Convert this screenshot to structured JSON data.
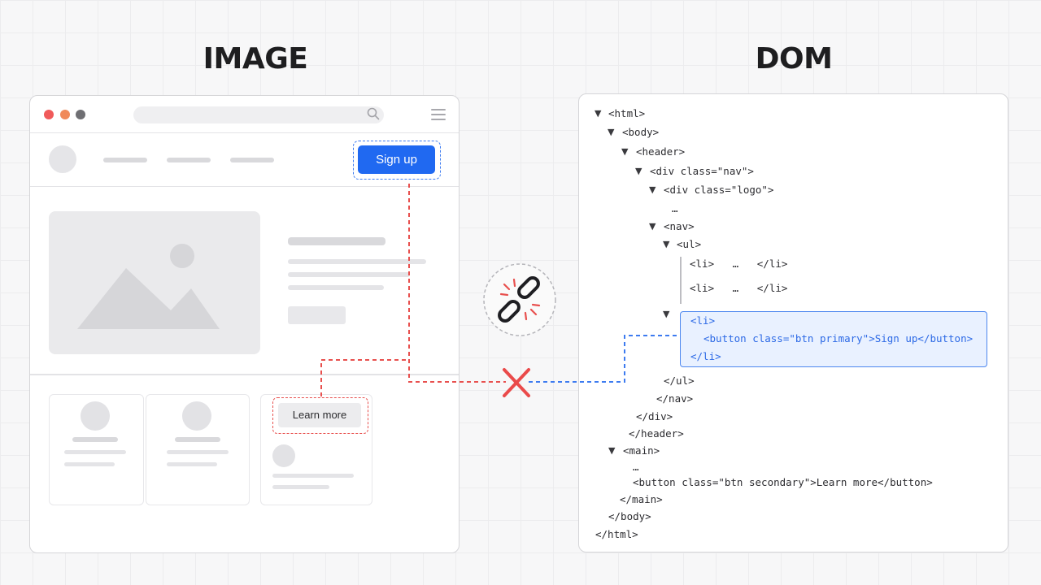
{
  "headings": {
    "image": "IMAGE",
    "dom": "DOM"
  },
  "browser": {
    "signup_label": "Sign up",
    "learn_more_label": "Learn more"
  },
  "dom": {
    "lines": {
      "html_open": "<html>",
      "body_open": "<body>",
      "header_open": "<header>",
      "div_nav": "<div class=\"nav\">",
      "div_logo": "<div class=\"logo\">",
      "ellipsis1": "…",
      "nav_open": "<nav>",
      "ul_open": "<ul>",
      "li1": "<li>   …   </li>",
      "li2": "<li>   …   </li>",
      "li_open": "<li>",
      "button_primary": "<button class=\"btn primary\">Sign up</button>",
      "li_close": "</li>",
      "ul_close": "</ul>",
      "nav_close": "</nav>",
      "div_close": "</div>",
      "header_close": "</header>",
      "main_open": "<main>",
      "ellipsis2": "…",
      "button_secondary": "<button class=\"btn secondary\">Learn more</button>",
      "main_close": "</main>",
      "body_close": "</body>",
      "html_close": "</html>"
    }
  },
  "colors": {
    "primary_blue": "#2069f1",
    "dashed_red": "#e8504e",
    "dashed_blue": "#3d7bf0",
    "highlight_bg": "#e9f1ff",
    "dot_red": "#f05a5a",
    "dot_orange": "#f08a5a",
    "dot_gray": "#6f6f73"
  },
  "icons": [
    "search-icon",
    "menu-icon",
    "broken-link-icon",
    "x-mark-icon",
    "mountain-image-icon",
    "expand-triangle-icon"
  ]
}
